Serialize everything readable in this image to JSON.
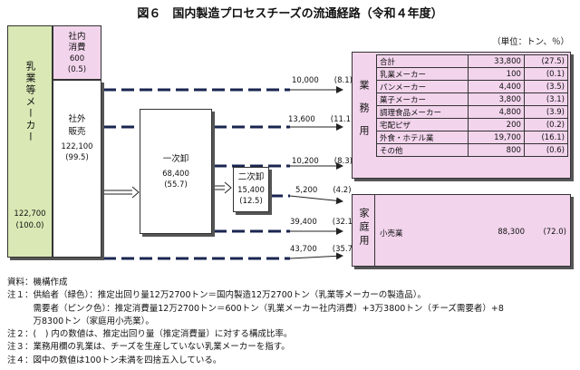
{
  "title": "図６　国内製造プロセスチーズの流通経路（令和４年度）",
  "unit": "（単位：トン、％）",
  "supplier": {
    "label": "乳業等メーカー",
    "value": "122,700",
    "pct": "(100.0)"
  },
  "internal": {
    "label_top": "社内",
    "label_bottom": "消費",
    "value": "600",
    "pct": "(0.5)"
  },
  "external": {
    "label_top": "社外",
    "label_bottom": "販売",
    "value": "122,100",
    "pct": "(99.5)"
  },
  "primary": {
    "label": "一次卸",
    "value": "68,400",
    "pct": "(55.7)"
  },
  "secondary": {
    "label": "二次卸",
    "value": "15,400",
    "pct": "(12.5)"
  },
  "flows": [
    {
      "value": "10,000",
      "pct": "(8.1)"
    },
    {
      "value": "13,600",
      "pct": "(11.1)"
    },
    {
      "value": "10,200",
      "pct": "(8.3)"
    },
    {
      "value": "5,200",
      "pct": "(4.2)"
    },
    {
      "value": "39,400",
      "pct": "(32.1)"
    },
    {
      "value": "43,700",
      "pct": "(35.7)"
    }
  ],
  "business": {
    "label": "業務用",
    "rows": [
      {
        "name": "合計",
        "value": "33,800",
        "pct": "(27.5)"
      },
      {
        "name": "乳業メーカー",
        "value": "100",
        "pct": "(0.1)"
      },
      {
        "name": "パンメーカー",
        "value": "4,400",
        "pct": "(3.5)"
      },
      {
        "name": "菓子メーカー",
        "value": "3,800",
        "pct": "(3.1)"
      },
      {
        "name": "調理食品メーカー",
        "value": "4,800",
        "pct": "(3.9)"
      },
      {
        "name": "宅配ピザ",
        "value": "200",
        "pct": "(0.2)"
      },
      {
        "name": "外食・ホテル業",
        "value": "19,700",
        "pct": "(16.1)"
      },
      {
        "name": "その他",
        "value": "800",
        "pct": "(0.6)"
      }
    ]
  },
  "household": {
    "label": "家庭用",
    "name": "小売業",
    "value": "88,300",
    "pct": "(72.0)"
  },
  "notes": [
    "資料：機構作成",
    "注１：供給者（緑色）：推定出回り量12万2700トン＝国内製造12万2700トン（乳業等メーカーの製造品）。",
    "　　　需要者（ピンク色）：推定消費量12万2700トン＝600トン（乳業メーカー社内消費）+3万3800トン（チーズ需要者）+8",
    "　　　万8300トン（家庭用小売業）。",
    "注２：(　) 内の数値は、推定出回り量（推定消費量）に対する構成比率。",
    "注３：業務用欄の乳業は、チーズを生産していない乳業メーカーを指す。",
    "注４：図中の数値は100トン未満を四捨五入している。"
  ]
}
